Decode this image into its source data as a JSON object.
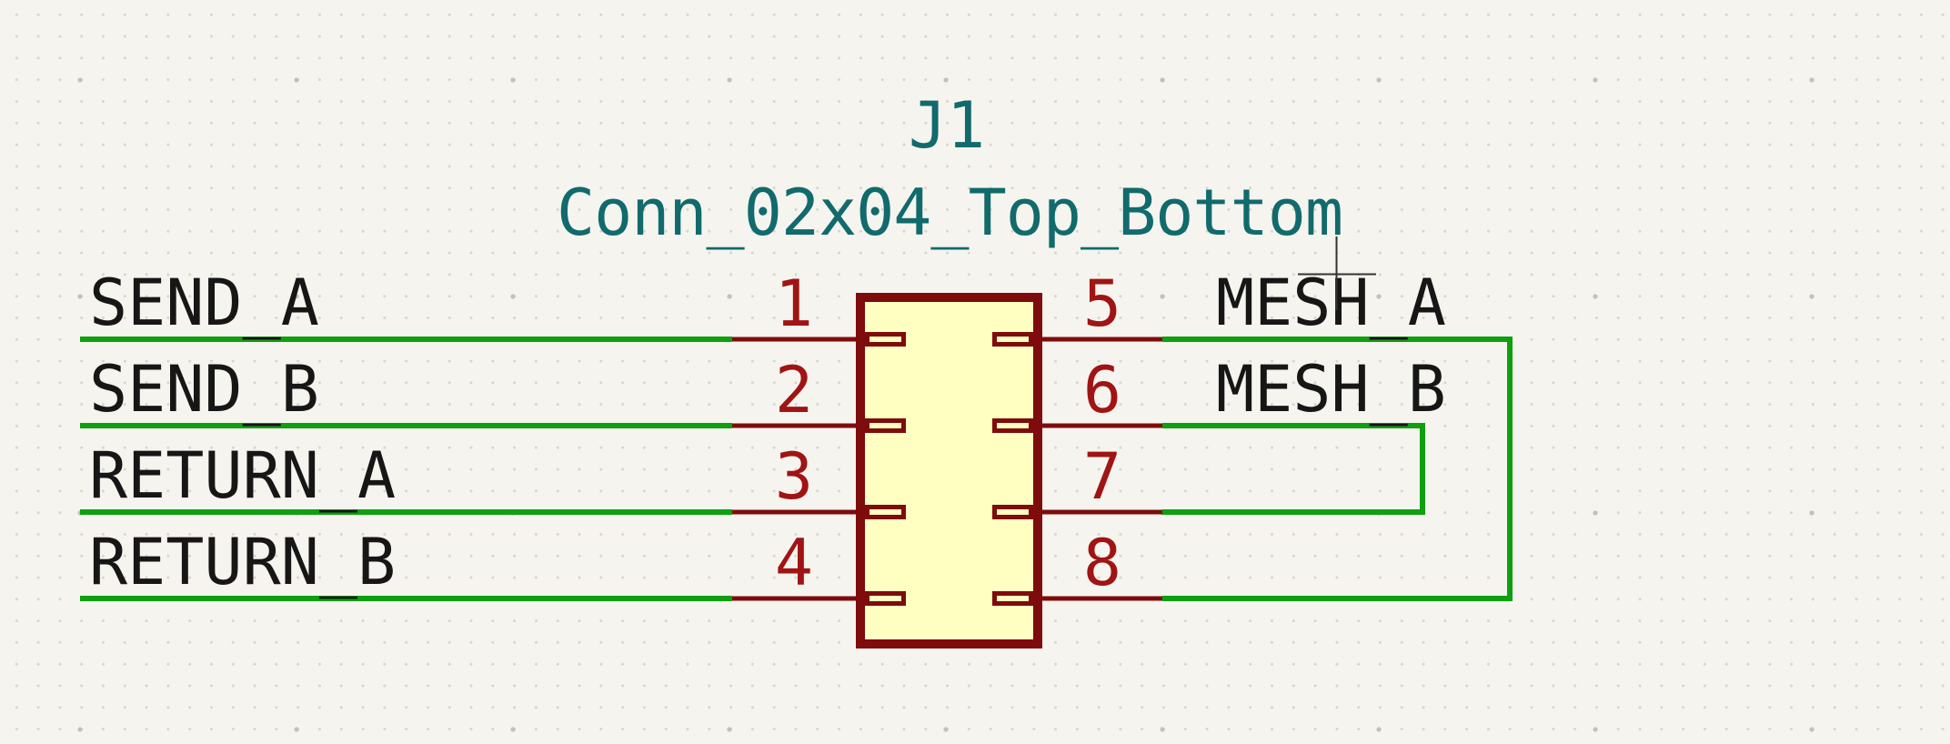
{
  "connector": {
    "reference": "J1",
    "value": "Conn_02x04_Top_Bottom",
    "pins": {
      "left": [
        {
          "number": "1",
          "net": "SEND_A"
        },
        {
          "number": "2",
          "net": "SEND_B"
        },
        {
          "number": "3",
          "net": "RETURN_A"
        },
        {
          "number": "4",
          "net": "RETURN_B"
        }
      ],
      "right": [
        {
          "number": "5",
          "net": "MESH_A"
        },
        {
          "number": "6",
          "net": "MESH_B"
        },
        {
          "number": "7",
          "net": ""
        },
        {
          "number": "8",
          "net": ""
        }
      ]
    }
  },
  "colors": {
    "bg": "#F5F4EF",
    "grid-dot": "#D5D5CD",
    "grid-dot-major": "#C2C2BA",
    "wire": "#0EA00E",
    "device": "#7E0C0C",
    "pin-number": "#A01414",
    "field": "#116A6C",
    "net-label": "#161616",
    "body-fill": "#FFFFC2",
    "cursor": "#333333"
  }
}
